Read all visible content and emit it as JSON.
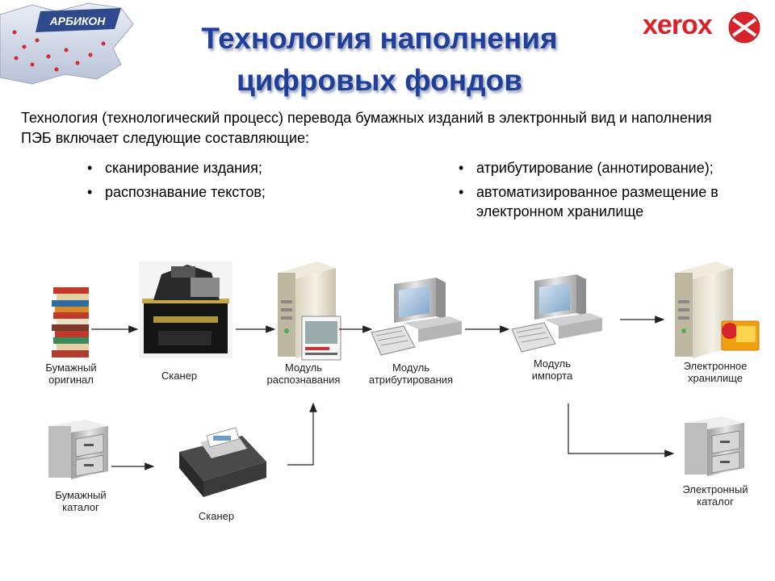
{
  "title_line1": "Технология наполнения",
  "title_line2": "цифровых фондов",
  "logo_text": "АРБИКОН",
  "brand": {
    "name": "xerox",
    "color": "#d8232a"
  },
  "intro": "Технология (технологический процесс) перевода бумажных изданий  в электронный вид и наполнения ПЭБ включает следующие составляющие:",
  "bullets_left": [
    "сканирование издания;",
    "распознавание текстов;"
  ],
  "bullets_right": [
    "атрибутирование (аннотирование);",
    "автоматизированное размещение в электронном хранилище"
  ],
  "nodes": {
    "paper_original": "Бумажный оригинал",
    "scanner_top": "Сканер",
    "recognition_module": "Модуль распознавания",
    "attribution_module": "Модуль атрибутирования",
    "import_module": "Модуль импорта",
    "electronic_storage": "Электронное хранилище",
    "paper_catalog": "Бумажный каталог",
    "scanner_bottom": "Сканер",
    "electronic_catalog": "Электронный каталог"
  },
  "colors": {
    "title": "#1f3f9a",
    "arrow": "#222222"
  }
}
